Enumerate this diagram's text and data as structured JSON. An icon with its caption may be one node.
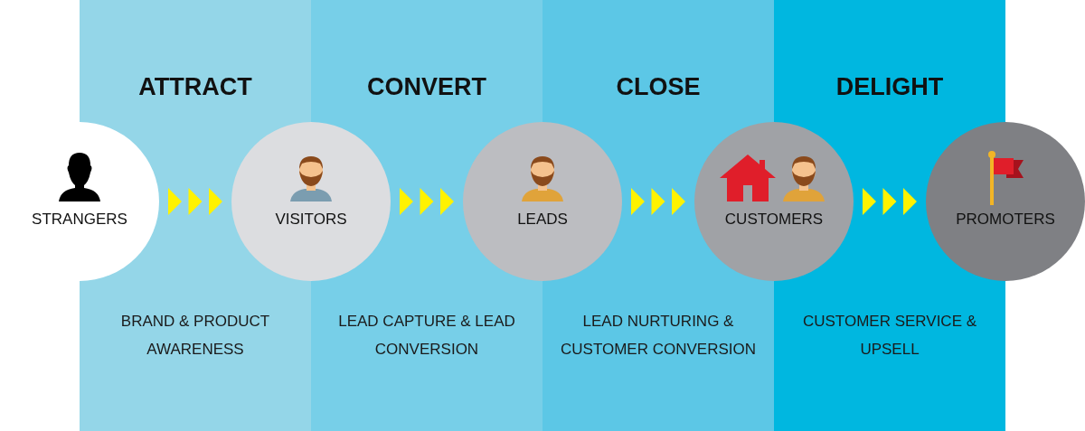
{
  "diagram": {
    "nodes": [
      {
        "text": [
          "ATTRACT",
          "BRAND & PRODUCT AWARENESS"
        ]
      },
      {
        "text": [
          "CONVERT",
          "LEAD CAPTURE & LEAD CONVERSION"
        ]
      },
      {
        "text": [
          "CLOSE",
          "LEAD NURTURING & CUSTOMER CONVERSION"
        ]
      },
      {
        "text": [
          "DELIGHT",
          "CUSTOMER SERVICE & UPSELL"
        ]
      },
      {
        "text": [
          "STRANGERS"
        ]
      },
      {
        "text": [
          "VISITORS"
        ]
      },
      {
        "text": [
          "LEADS"
        ]
      },
      {
        "text": [
          "CUSTOMERS"
        ]
      },
      {
        "text": [
          "PROMOTERS"
        ]
      }
    ],
    "edges": [
      {
        "from": 4,
        "to": 5,
        "arrow": "to"
      },
      {
        "from": 5,
        "to": 6,
        "arrow": "to"
      },
      {
        "from": 6,
        "to": 7,
        "arrow": "to"
      },
      {
        "from": 7,
        "to": 8,
        "arrow": "to"
      }
    ]
  }
}
